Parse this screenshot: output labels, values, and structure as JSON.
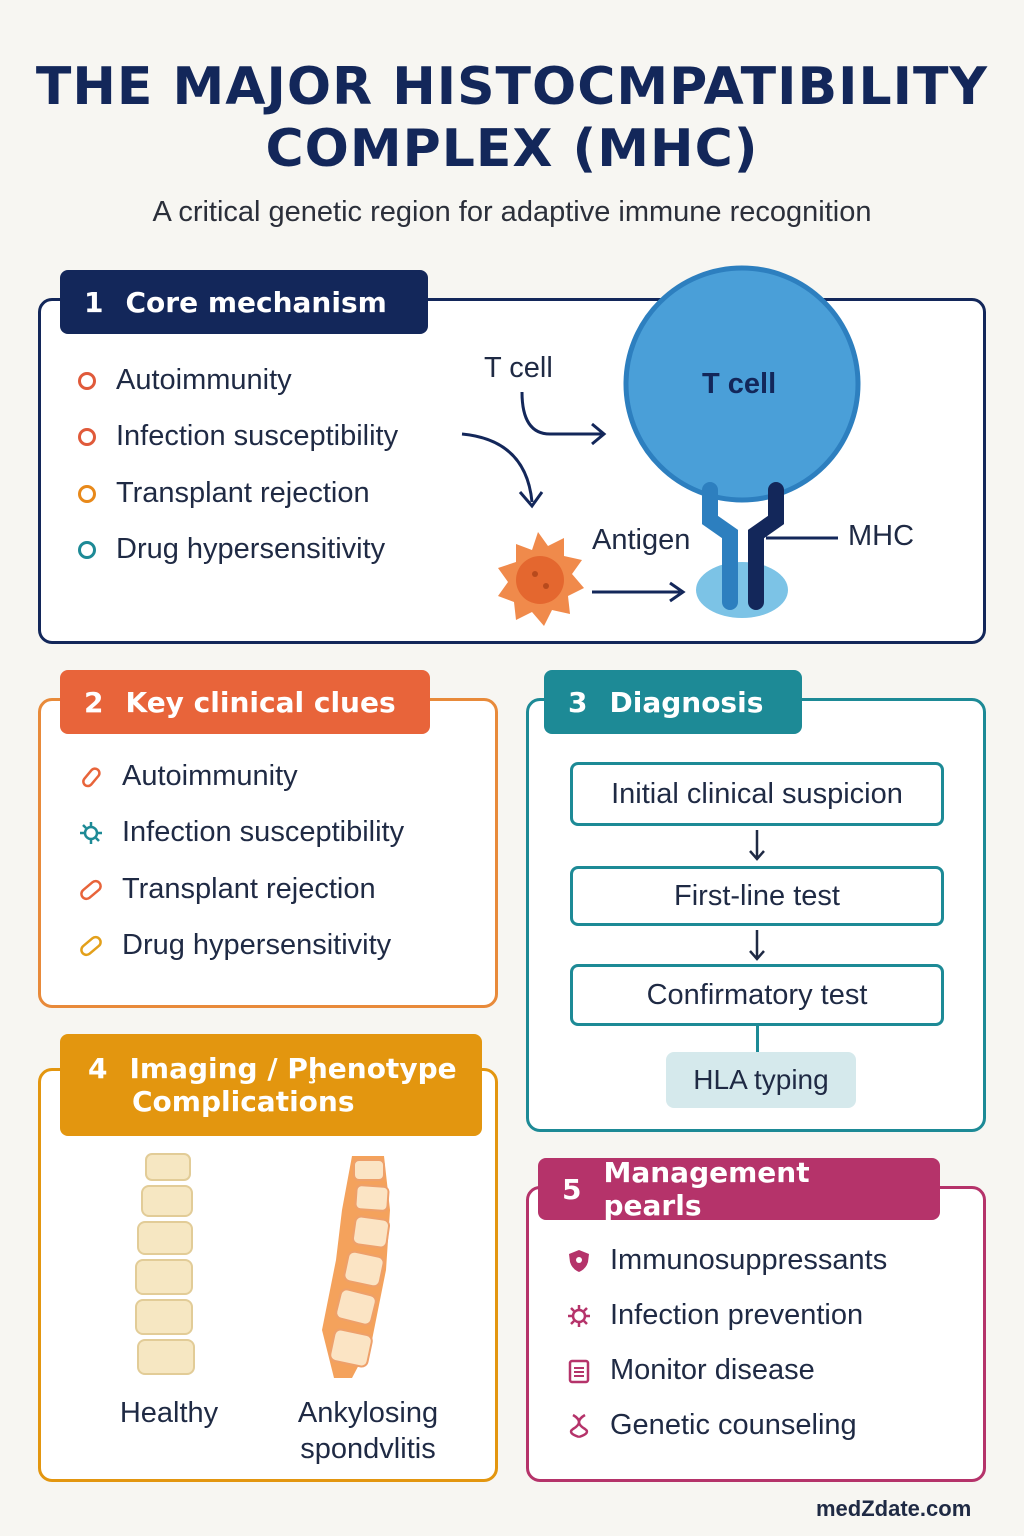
{
  "header": {
    "title_line1": "THE MAJOR HISTOCMPATIBILITY",
    "title_line2": "COMPLEX (MHC)",
    "subtitle": "A critical genetic region for adaptive immune recognition"
  },
  "section1": {
    "number": "1",
    "title": "Core mechanism",
    "items": [
      "Autoimmunity",
      "Infection susceptibility",
      "Transplant rejection",
      "Drug hypersensitivity"
    ],
    "diagram": {
      "tcell_label_outside": "T cell",
      "tcell_label_inside": "T cell",
      "antigen_label": "Antigen",
      "mhc_label": "MHC"
    }
  },
  "section2": {
    "number": "2",
    "title": "Key clinical clues",
    "items": [
      "Autoimmunity",
      "Infection susceptibility",
      "Transplant rejection",
      "Drug hypersensitivity"
    ]
  },
  "section3": {
    "number": "3",
    "title": "Diagnosis",
    "steps": [
      "Initial clinical suspicion",
      "First-line test",
      "Confirmatory test"
    ],
    "final": "HLA typing"
  },
  "section4": {
    "number": "4",
    "title_line1": "Imaging / Pḩenotype",
    "title_line2": "Complications",
    "captions": [
      "Healthy",
      "Ankylosing",
      "spondvlitis"
    ]
  },
  "section5": {
    "number": "5",
    "title": "Management pearls",
    "items": [
      "Immunosuppressants",
      "Infection prevention",
      "Monitor disease",
      "Genetic counseling"
    ]
  },
  "footer": {
    "text": "medZdate.com"
  },
  "colors": {
    "navy": "#13275a",
    "orange_red": "#e8643a",
    "teal": "#1d8a96",
    "amber": "#e3960f",
    "magenta": "#b5336a",
    "tcell_blue": "#4a9fd8"
  }
}
